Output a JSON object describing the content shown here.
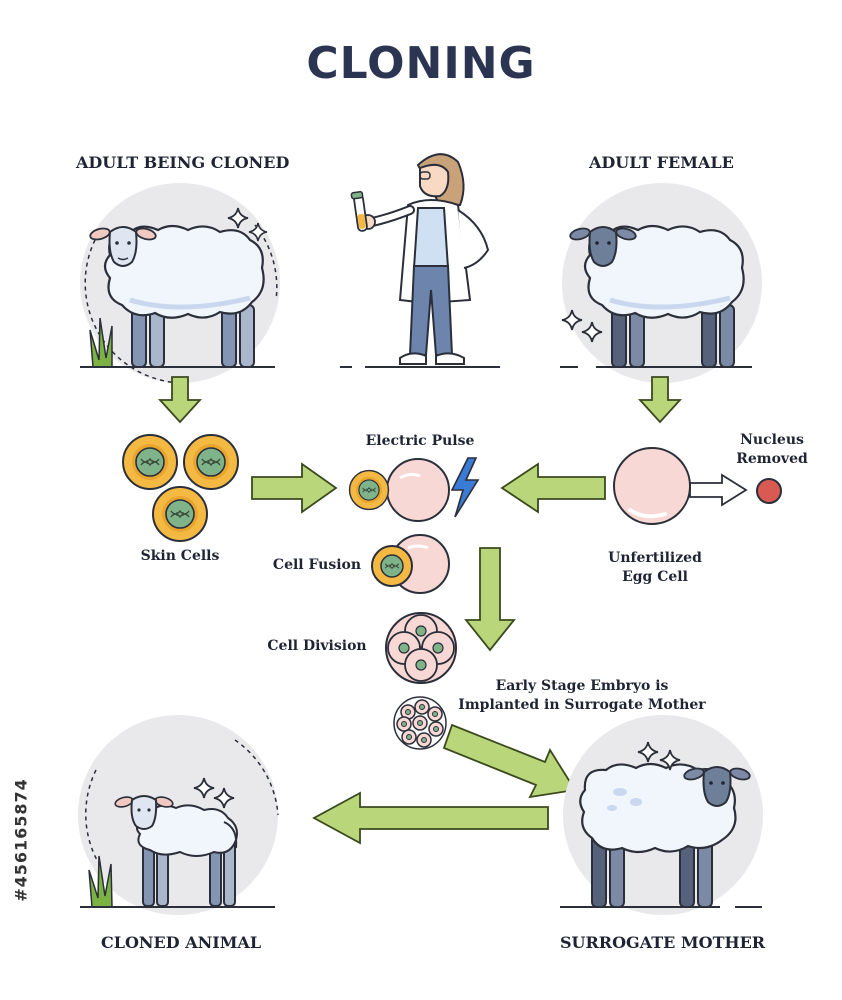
{
  "title": "CLONING",
  "headings": {
    "adult_being_cloned": "ADULT BEING CLONED",
    "adult_female": "ADULT FEMALE",
    "cloned_animal": "CLONED ANIMAL",
    "surrogate_mother": "SURROGATE MOTHER"
  },
  "labels": {
    "skin_cells": "Skin Cells",
    "electric_pulse": "Electric Pulse",
    "nucleus_removed_line1": "Nucleus",
    "nucleus_removed_line2": "Removed",
    "unfertilized_line1": "Unfertilized",
    "unfertilized_line2": "Egg Cell",
    "cell_fusion": "Cell Fusion",
    "cell_division": "Cell Division",
    "embryo_line1": "Early Stage Embryo is",
    "embryo_line2": "Implanted in Surrogate Mother"
  },
  "stock_id": "#456165874",
  "colors": {
    "outline": "#2b2f3a",
    "arrow_fill": "#b9d77a",
    "arrow_stroke": "#3b4a1e",
    "wool": "#f1f5fc",
    "wool_shadow": "#c9d8ee",
    "sheep_body_white_face": "#dfe6f1",
    "sheep_dark": "#6e7f9a",
    "bg_circle": "#e9e9ec",
    "grass": "#7cb244",
    "cell_yellow": "#f4b942",
    "cell_nucleus": "#7fb38a",
    "egg_pink": "#f8d8d4",
    "nucleus_red": "#d85a52",
    "lightning": "#3a7bd5",
    "coat": "#ffffff",
    "shirt": "#cfe0f3",
    "pants": "#6d85ad",
    "hair": "#c9a27a",
    "skin": "#f7d9c4"
  },
  "icons": {
    "arrow": "arrow-icon",
    "sparkle": "sparkle-icon",
    "dna": "dna-icon",
    "lightning": "lightning-icon"
  }
}
